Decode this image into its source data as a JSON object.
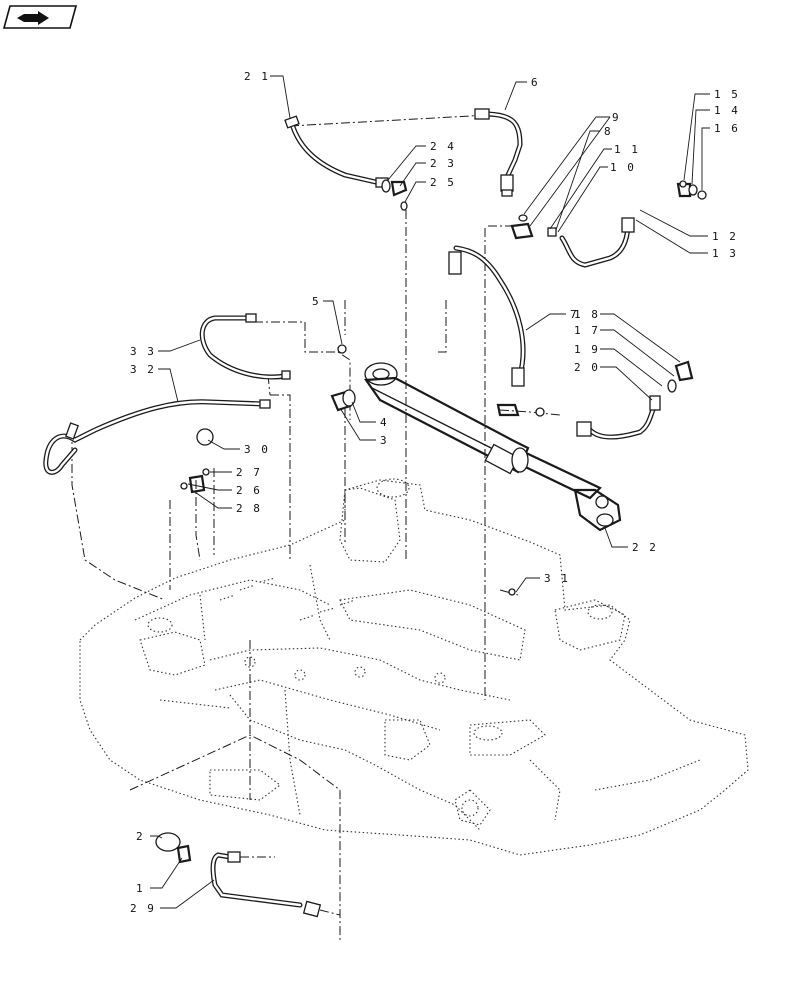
{
  "toolbar": {
    "back_icon": "back-arrow-icon"
  },
  "callouts": [
    {
      "id": "21",
      "label": "2 1"
    },
    {
      "id": "6",
      "label": "6"
    },
    {
      "id": "9",
      "label": "9"
    },
    {
      "id": "8",
      "label": "8"
    },
    {
      "id": "11",
      "label": "1 1"
    },
    {
      "id": "10",
      "label": "1 0"
    },
    {
      "id": "15",
      "label": "1 5"
    },
    {
      "id": "14",
      "label": "1 4"
    },
    {
      "id": "16",
      "label": "1 6"
    },
    {
      "id": "12",
      "label": "1 2"
    },
    {
      "id": "13",
      "label": "1 3"
    },
    {
      "id": "24",
      "label": "2 4"
    },
    {
      "id": "23",
      "label": "2 3"
    },
    {
      "id": "25",
      "label": "2 5"
    },
    {
      "id": "5",
      "label": "5"
    },
    {
      "id": "7",
      "label": "7"
    },
    {
      "id": "33",
      "label": "3 3"
    },
    {
      "id": "32",
      "label": "3 2"
    },
    {
      "id": "18",
      "label": "1 8"
    },
    {
      "id": "17",
      "label": "1 7"
    },
    {
      "id": "19",
      "label": "1 9"
    },
    {
      "id": "20",
      "label": "2 0"
    },
    {
      "id": "4",
      "label": "4"
    },
    {
      "id": "3",
      "label": "3"
    },
    {
      "id": "30",
      "label": "3 0"
    },
    {
      "id": "27",
      "label": "2 7"
    },
    {
      "id": "26",
      "label": "2 6"
    },
    {
      "id": "28",
      "label": "2 8"
    },
    {
      "id": "22",
      "label": "2 2"
    },
    {
      "id": "31",
      "label": "3 1"
    },
    {
      "id": "2",
      "label": "2"
    },
    {
      "id": "1",
      "label": "1"
    },
    {
      "id": "29",
      "label": "2 9"
    }
  ]
}
